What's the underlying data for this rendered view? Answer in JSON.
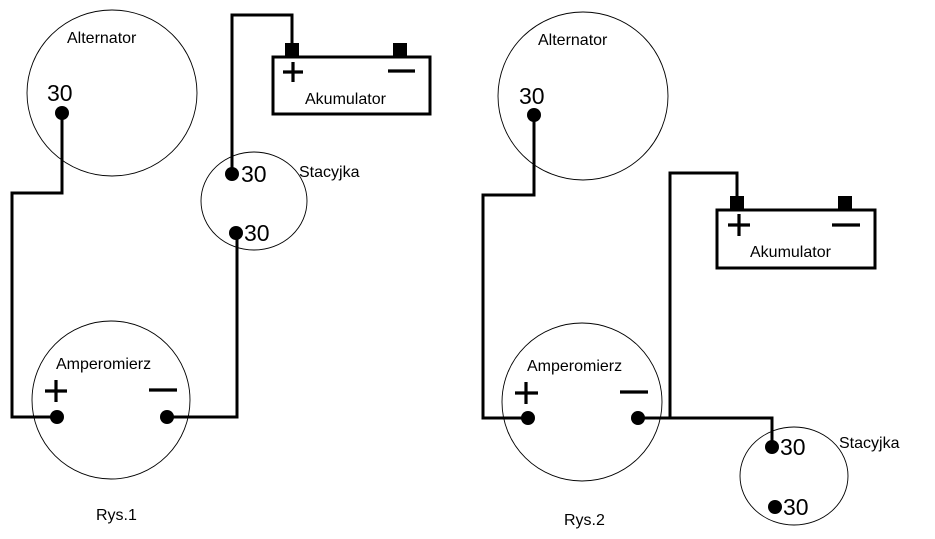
{
  "figures": [
    {
      "caption": "Rys.1",
      "alternator": {
        "label": "Alternator",
        "terminal": "30"
      },
      "battery": {
        "label": "Akumulator",
        "plus": "+",
        "minus": "−"
      },
      "ignition_switch": {
        "label": "Stacyjka",
        "terminal_top": "30",
        "terminal_bottom": "30"
      },
      "ammeter": {
        "label": "Amperomierz",
        "plus": "+",
        "minus": "−"
      }
    },
    {
      "caption": "Rys.2",
      "alternator": {
        "label": "Alternator",
        "terminal": "30"
      },
      "battery": {
        "label": "Akumulator",
        "plus": "+",
        "minus": "−"
      },
      "ignition_switch": {
        "label": "Stacyjka",
        "terminal_top": "30",
        "terminal_bottom": "30"
      },
      "ammeter": {
        "label": "Amperomierz",
        "plus": "+",
        "minus": "−"
      }
    }
  ],
  "colors": {
    "line": "#000000",
    "background": "#ffffff"
  }
}
